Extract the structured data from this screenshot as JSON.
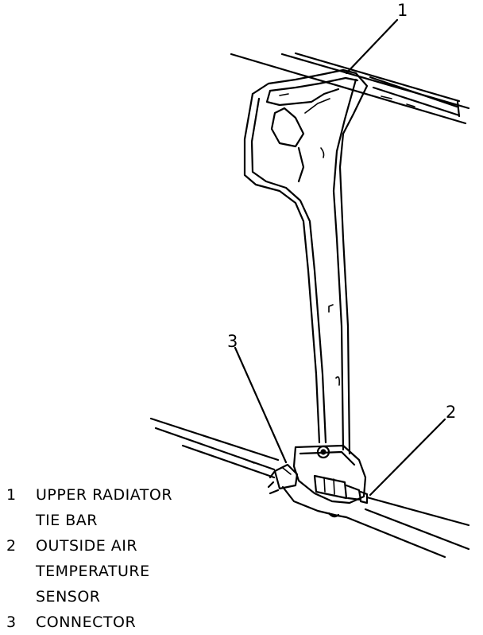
{
  "callouts": [
    "1",
    "2",
    "3"
  ],
  "legend": [
    {
      "number": "1",
      "lines": [
        "UPPER RADIATOR",
        "TIE BAR"
      ]
    },
    {
      "number": "2",
      "lines": [
        "OUTSIDE AIR",
        "TEMPERATURE",
        "SENSOR"
      ]
    },
    {
      "number": "3",
      "lines": [
        "CONNECTOR"
      ]
    }
  ]
}
